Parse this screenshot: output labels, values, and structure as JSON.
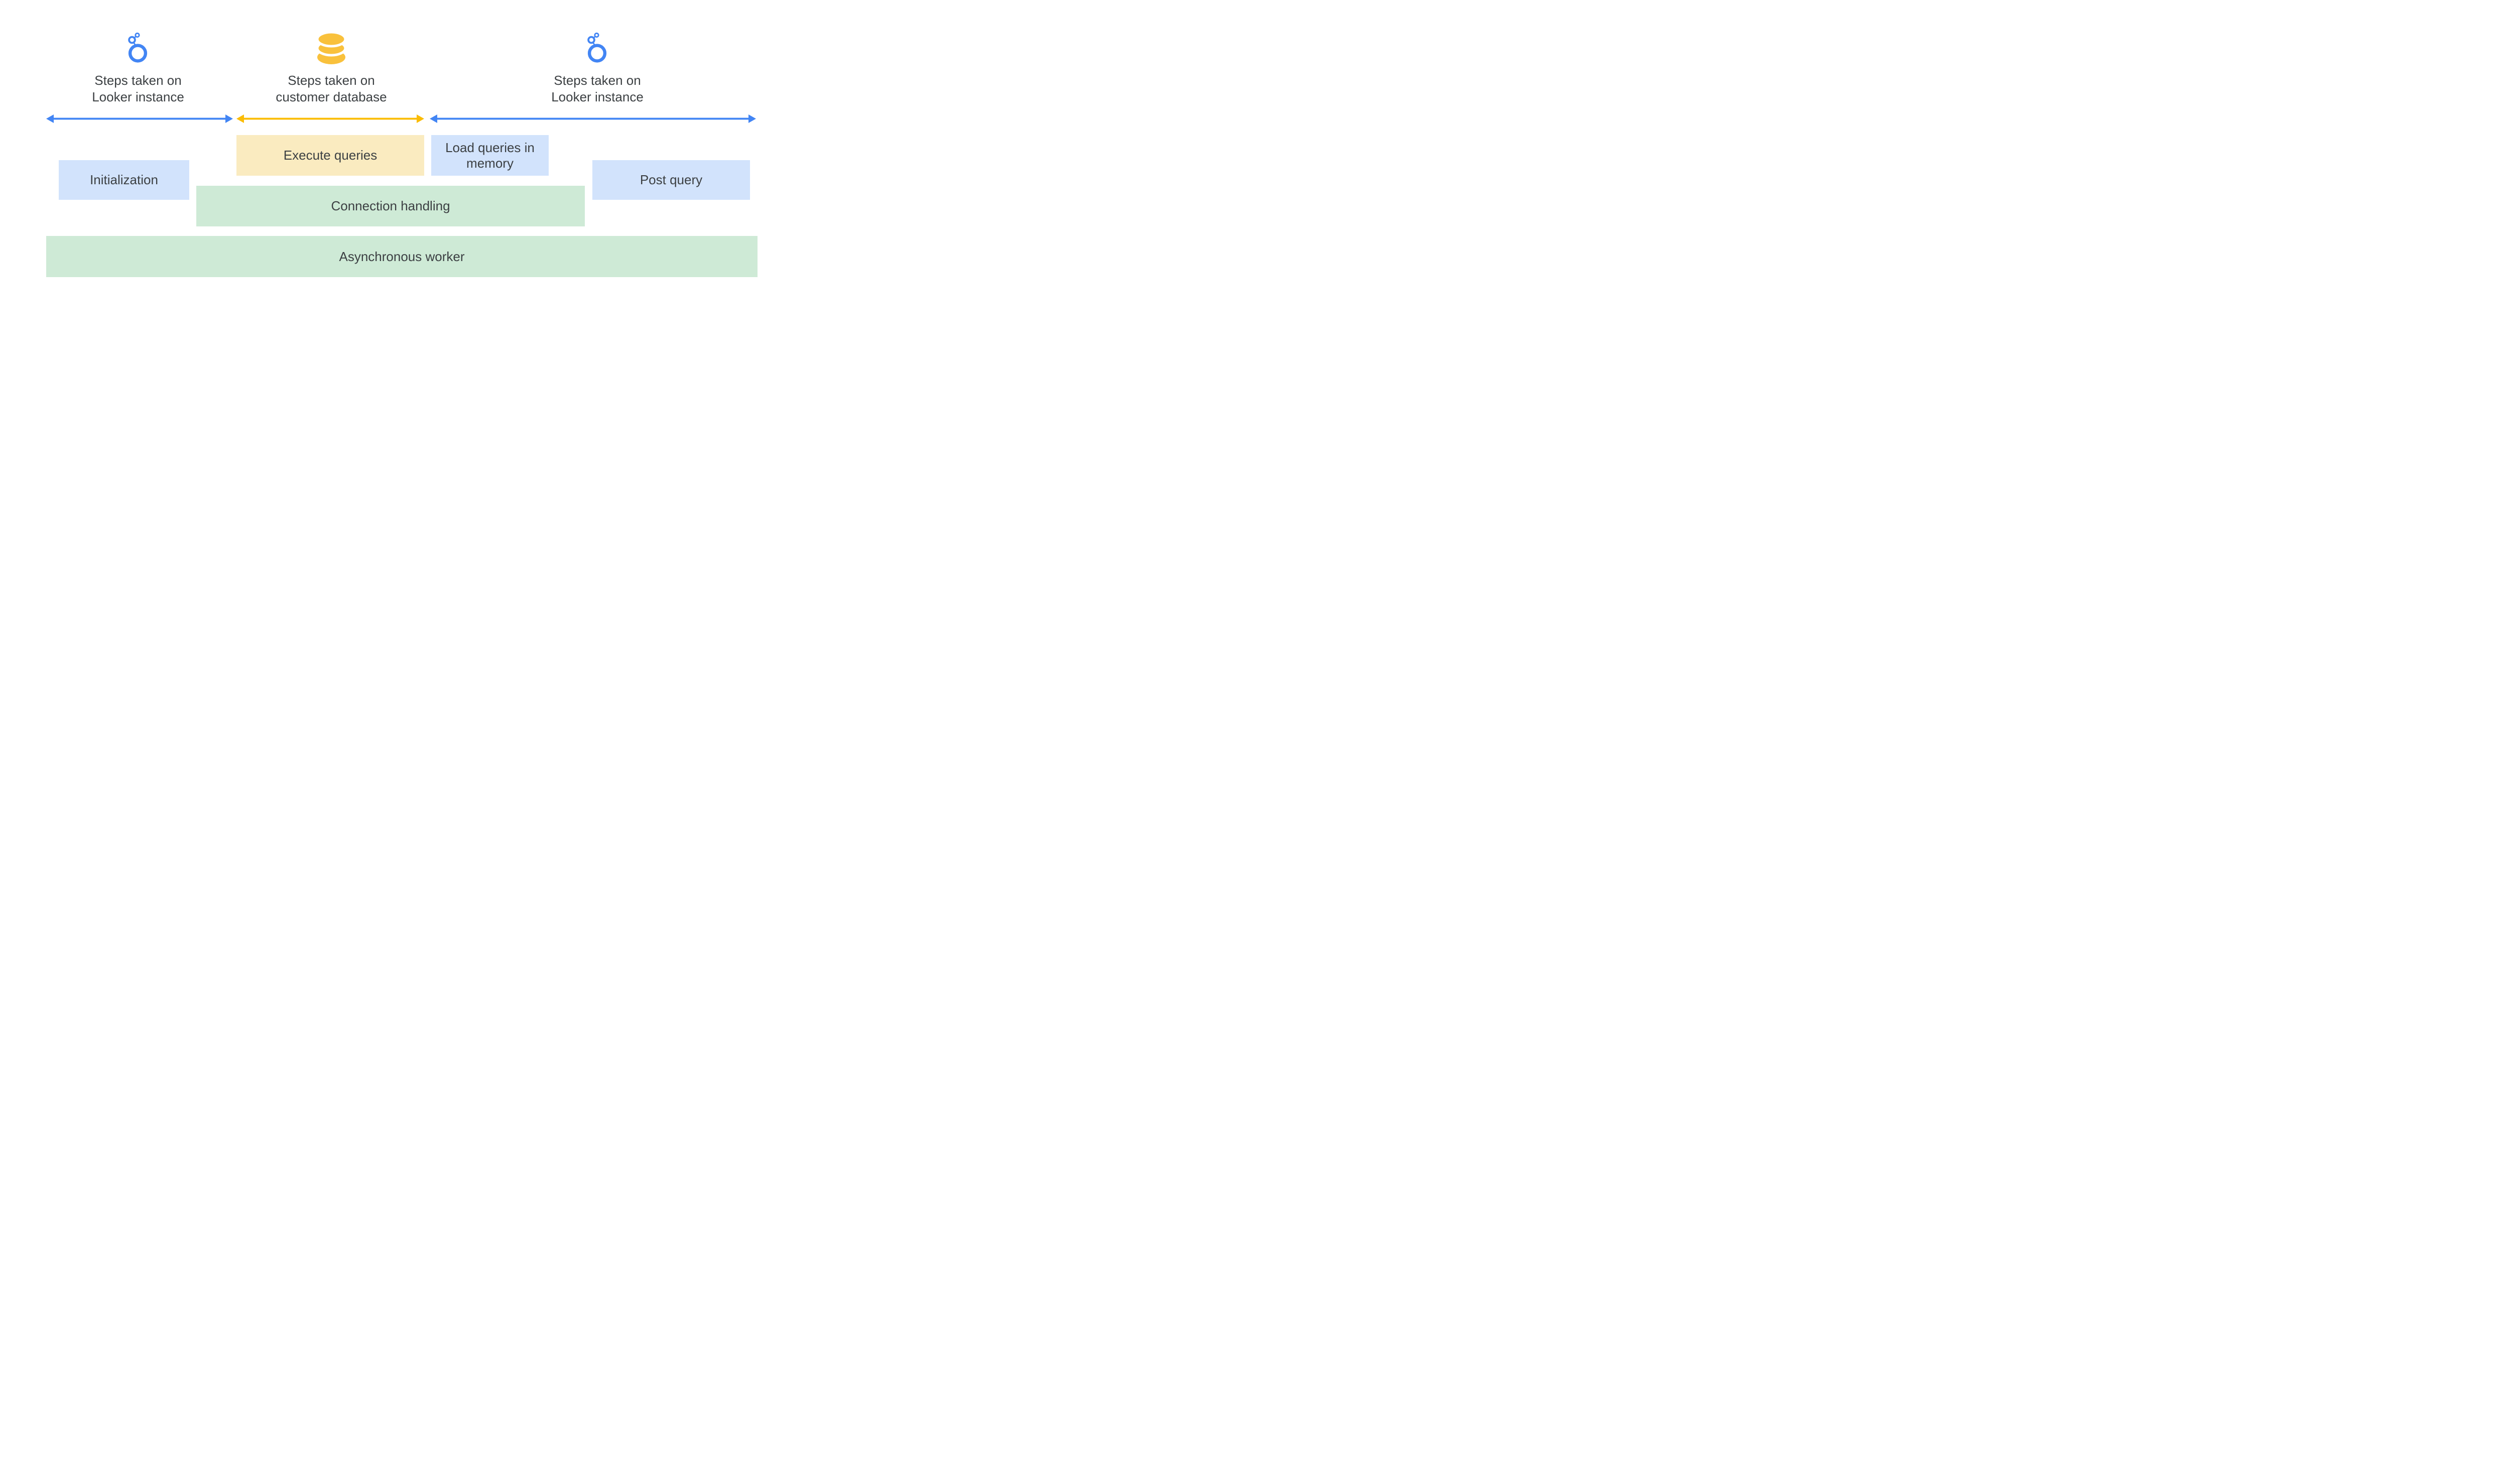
{
  "diagram": {
    "title_implicit": "Looker query lifecycle",
    "headers": [
      {
        "icon": "looker-logo",
        "line1": "Steps taken on",
        "line2": "Looker instance"
      },
      {
        "icon": "database",
        "line1": "Steps taken on",
        "line2": "customer database"
      },
      {
        "icon": "looker-logo",
        "line1": "Steps taken on",
        "line2": "Looker instance"
      }
    ],
    "arrows": [
      {
        "name": "looker-instance-span-left",
        "color": "#4285F4",
        "direction": "double"
      },
      {
        "name": "customer-database-span",
        "color": "#FBBC04",
        "direction": "double"
      },
      {
        "name": "looker-instance-span-right",
        "color": "#4285F4",
        "direction": "double"
      }
    ],
    "boxes": {
      "initialization": {
        "label": "Initialization",
        "fill": "#D2E3FC"
      },
      "execute_queries": {
        "label": "Execute queries",
        "fill": "#FAEBC0"
      },
      "load_queries": {
        "label": "Load queries in memory",
        "fill": "#D2E3FC"
      },
      "post_query": {
        "label": "Post query",
        "fill": "#D2E3FC"
      },
      "connection_handling": {
        "label": "Connection handling",
        "fill": "#CEEAD6"
      },
      "asynchronous_worker": {
        "label": "Asynchronous worker",
        "fill": "#CEEAD6"
      }
    },
    "colors": {
      "accent_blue": "#4285F4",
      "accent_yellow": "#FBBC04",
      "light_blue": "#D2E3FC",
      "light_yellow": "#FAEBC0",
      "light_green": "#CEEAD6",
      "text": "#3C4043"
    }
  }
}
